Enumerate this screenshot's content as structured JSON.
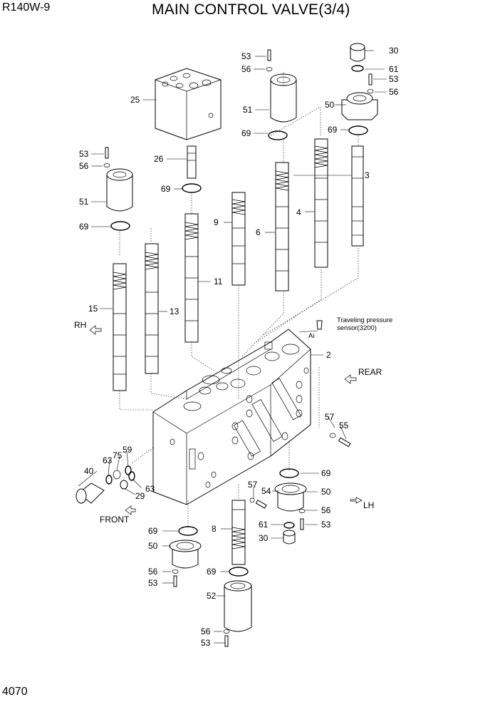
{
  "header": {
    "model": "R140W-9",
    "title": "MAIN CONTROL VALVE(3/4)"
  },
  "footer": {
    "page_number": "4070"
  },
  "directions": {
    "rh": "RH",
    "rear": "REAR",
    "lh": "LH",
    "front": "FRONT"
  },
  "notes": {
    "sensor_line1": "Traveling pressure",
    "sensor_line2": "sensor(3200)",
    "sensor_tag": "Ai"
  },
  "parts": {
    "p30_top": "30",
    "p61_top": "61",
    "p53_top_right": "53",
    "p56_top_right": "56",
    "p50_top": "50",
    "p69_top_right": "69",
    "p3": "3",
    "p4": "4",
    "p53_top_mid": "53",
    "p56_top_mid": "56",
    "p51_top": "51",
    "p69_top_mid": "69",
    "p6": "6",
    "p25": "25",
    "p26": "26",
    "p69_mid": "69",
    "p9": "9",
    "p11": "11",
    "p53_left": "53",
    "p56_left": "56",
    "p51_left": "51",
    "p69_left": "69",
    "p15": "15",
    "p13": "13",
    "p2": "2",
    "p57_right": "57",
    "p55": "55",
    "p40": "40",
    "p63_a": "63",
    "p75": "75",
    "p59": "59",
    "p63_b": "63",
    "p29": "29",
    "p69_lower_right": "69",
    "p57_lower": "57",
    "p54": "54",
    "p50_lower_right": "50",
    "p56_lower_right": "56",
    "p61_lower": "61",
    "p53_lower_right": "53",
    "p30_lower": "30",
    "p69_bottom_left": "69",
    "p8": "8",
    "p50_bottom_left": "50",
    "p56_bottom_left": "56",
    "p53_bottom_left": "53",
    "p69_bottom": "69",
    "p52": "52",
    "p56_bottom": "56",
    "p53_bottom": "53"
  }
}
